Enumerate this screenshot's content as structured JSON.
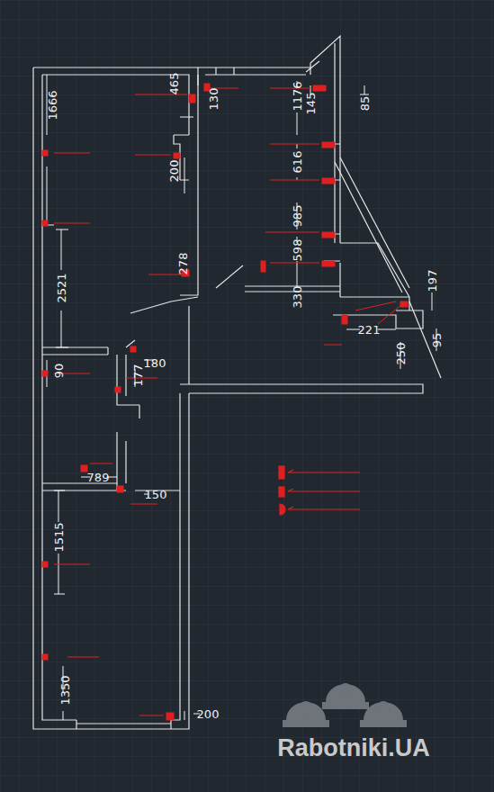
{
  "diagram": {
    "labels": [
      "465",
      "130",
      "1176",
      "145",
      "85",
      "1666",
      "200",
      "616",
      "985",
      "598",
      "278",
      "330",
      "2521",
      "221",
      "197",
      "95",
      "250",
      "180",
      "177",
      "90",
      "789",
      "150",
      "1515",
      "1350",
      "200",
      "Rabotniki.UA"
    ]
  }
}
